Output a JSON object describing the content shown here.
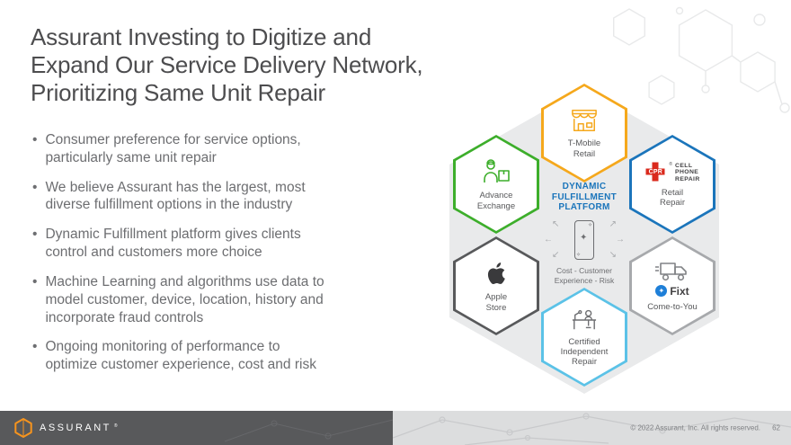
{
  "slide": {
    "title": "Assurant Investing to Digitize and\nExpand Our Service Delivery Network,\nPrioritizing Same Unit Repair",
    "bullets": [
      "Consumer preference for service options,\nparticularly same unit repair",
      "We believe Assurant has the largest, most\ndiverse fulfillment options in the industry",
      "Dynamic Fulfillment platform gives clients\ncontrol and customers more choice",
      "Machine Learning and algorithms use data to\nmodel customer, device, location, history and\nincorporate fraud controls",
      "Ongoing monitoring of performance to\noptimize customer experience, cost and risk"
    ]
  },
  "diagram": {
    "center": {
      "title": "DYNAMIC\nFULFILLMENT\nPLATFORM",
      "subtitle": "Cost - Customer\nExperience - Risk",
      "title_color": "#1B75BB"
    },
    "nodes": {
      "tmobile": {
        "label": "T-Mobile\nRetail",
        "accent": "#F5A81C",
        "icon": "storefront-icon"
      },
      "advance": {
        "label": "Advance\nExchange",
        "accent": "#3DAE2B",
        "icon": "delivery-person-icon"
      },
      "retail": {
        "label": "Retail\nRepair",
        "accent": "#1B75BB",
        "icon": "cpr-logo",
        "logo_abbr": "CPR",
        "logo_reg": "®",
        "logo_lines": [
          "CELL",
          "PHONE",
          "REPAIR"
        ]
      },
      "apple": {
        "label": "Apple\nStore",
        "accent": "#58595B",
        "icon": "apple-logo-icon"
      },
      "come_to_you": {
        "label": "Come-to-You",
        "accent": "#A7A9AC",
        "icon": "truck-icon",
        "logo_text": "Fixt"
      },
      "certified": {
        "label": "Certified\nIndependent\nRepair",
        "accent": "#5BC2E7",
        "icon": "technician-desk-icon"
      }
    }
  },
  "icons": {
    "bullet": "•",
    "arrow_left": "←",
    "arrow_right": "→",
    "arrow_up_left": "↖",
    "arrow_up_right": "↗",
    "arrow_down_left": "↙",
    "arrow_down_right": "↘",
    "sparkle_large": "✦",
    "sparkle_small": "✧",
    "fixt_star": "✦"
  },
  "footer": {
    "brand": "ASSURANT",
    "brand_reg": "®",
    "copyright": "© 2022 Assurant, Inc. All rights reserved.",
    "page_number": "62"
  }
}
